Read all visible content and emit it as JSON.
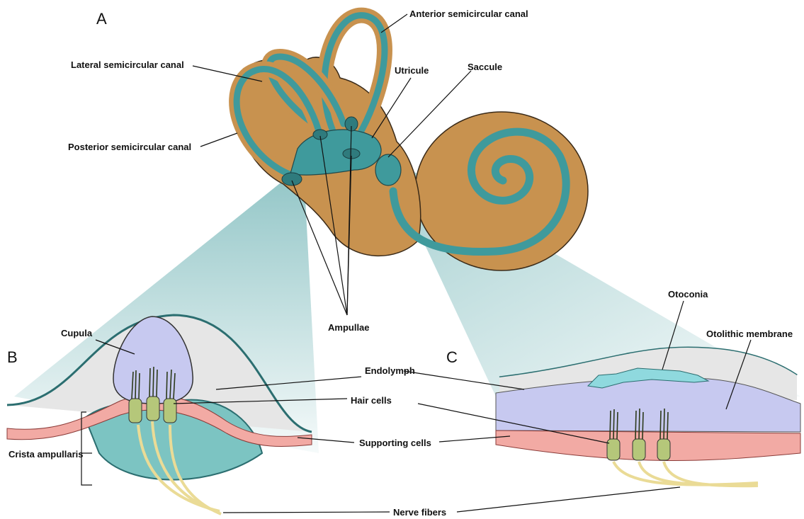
{
  "panels": {
    "a": "A",
    "b": "B",
    "c": "C"
  },
  "labels": {
    "anterior_canal": "Anterior semicircular canal",
    "lateral_canal": "Lateral semicircular canal",
    "posterior_canal": "Posterior semicircular canal",
    "utricule": "Utricule",
    "saccule": "Saccule",
    "ampullae": "Ampullae",
    "cupula": "Cupula",
    "endolymph": "Endolymph",
    "hair_cells": "Hair cells",
    "supporting_cells": "Supporting cells",
    "crista_ampullaris": "Crista ampullaris",
    "nerve_fibers": "Nerve fibers",
    "otoconia": "Otoconia",
    "otolithic_membrane": "Otolithic membrane"
  },
  "colors": {
    "bone": "#c8924f",
    "bone_outline": "#3a2a18",
    "labyrinth": "#3f9a9c",
    "endolymph": "#e6e6e6",
    "cupula": "#c7c9f0",
    "supporting": "#f2aaa4",
    "hair_cell": "#b5c77a",
    "nerve": "#eadb96",
    "crista": "#7cc4c2",
    "otoconia": "#8fd9de"
  }
}
